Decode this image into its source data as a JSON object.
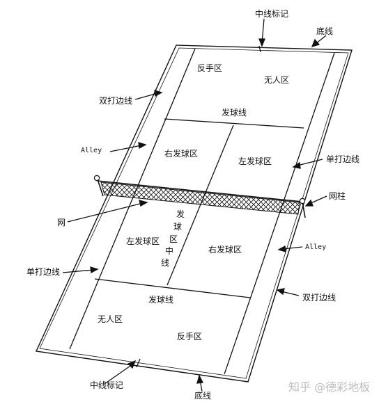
{
  "labels": {
    "top_center_mark": "中线标记",
    "top_baseline": "底线",
    "backhand_top": "反手区",
    "no_mans_top": "无人区",
    "doubles_left_top": "双打边线",
    "service_line_top": "发球线",
    "alley_left": "Alley",
    "right_service_top": "右发球区",
    "left_service_top": "左发球区",
    "singles_right": "单打边线",
    "net_post": "网柱",
    "net": "网",
    "center_service_line": [
      "发",
      "球",
      "区",
      "中",
      "线"
    ],
    "left_service_bottom": "左发球区",
    "right_service_bottom": "右发球区",
    "alley_right": "Alley",
    "singles_left": "单打边线",
    "service_line_bottom": "发球线",
    "doubles_right_bottom": "双打边线",
    "no_mans_bottom": "无人区",
    "backhand_bottom": "反手区",
    "bottom_center_mark": "中线标记",
    "bottom_baseline": "底线"
  },
  "watermark": "知乎 @德彩地板",
  "colors": {
    "line": "#111111",
    "text": "#111111",
    "watermark": "#bdbdbd"
  }
}
